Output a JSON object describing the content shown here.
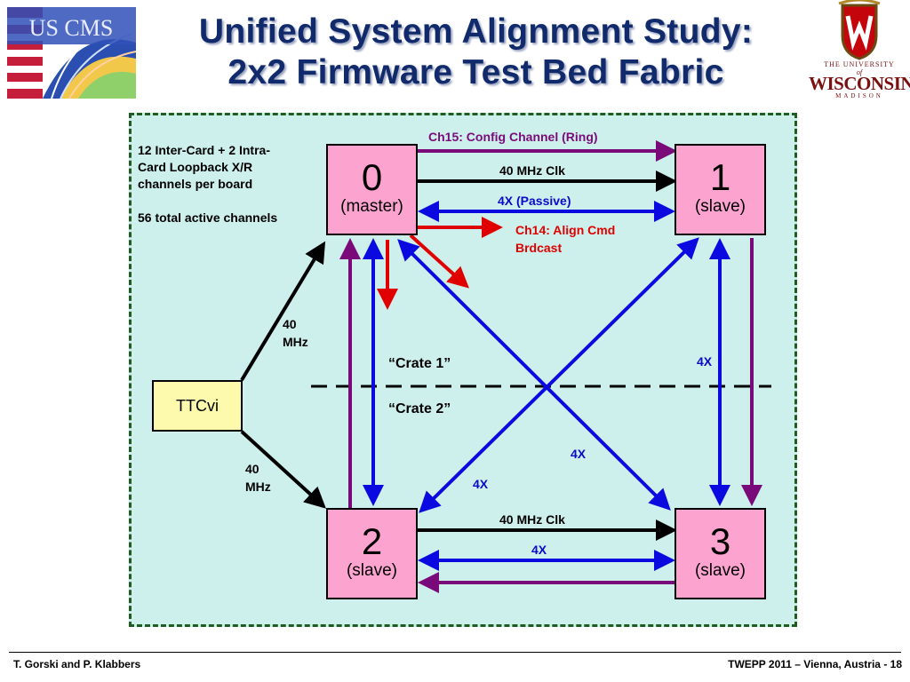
{
  "header": {
    "title_line1": "Unified System Alignment Study:",
    "title_line2": "2x2 Firmware Test Bed Fabric",
    "left_logo": "US CMS",
    "right_logo": {
      "line1": "THE UNIVERSITY",
      "line2": "of",
      "line3": "WISCONSIN",
      "line4": "MADISON"
    }
  },
  "notes": {
    "line1": "12 Inter-Card + 2 Intra-",
    "line2": "Card Loopback X/R",
    "line3": "channels per board",
    "line4": "56 total active channels"
  },
  "nodes": [
    {
      "num": "0",
      "role": "(master)"
    },
    {
      "num": "1",
      "role": "(slave)"
    },
    {
      "num": "2",
      "role": "(slave)"
    },
    {
      "num": "3",
      "role": "(slave)"
    }
  ],
  "ttc": "TTCvi",
  "labels": {
    "ch15": "Ch15:  Config Channel (Ring)",
    "clk_top": "40 MHz Clk",
    "passive": "4X (Passive)",
    "ch14_line1": "Ch14:  Align Cmd",
    "ch14_line2": "Brdcast",
    "mhz_upper_1": "40",
    "mhz_upper_2": "MHz",
    "mhz_lower_1": "40",
    "mhz_lower_2": "MHz",
    "crate1": "“Crate 1”",
    "crate2": "“Crate 2”",
    "x4_right": "4X",
    "x4_mid": "4X",
    "x4_left": "4X",
    "clk_bottom": "40 MHz Clk",
    "x4_bottom": "4X"
  },
  "footer": {
    "left": "T. Gorski and P. Klabbers",
    "right": "TWEPP 2011 – Vienna, Austria -  18"
  },
  "colors": {
    "panel_bg": "#cdf0ec",
    "panel_border": "#1f5c1f",
    "node_fill": "#fca3d0",
    "ttc_fill": "#fdfaad",
    "title": "#102a6b",
    "blue_link": "#0a0ae0",
    "purple_link": "#7a0a7a",
    "red_link": "#e00000"
  }
}
